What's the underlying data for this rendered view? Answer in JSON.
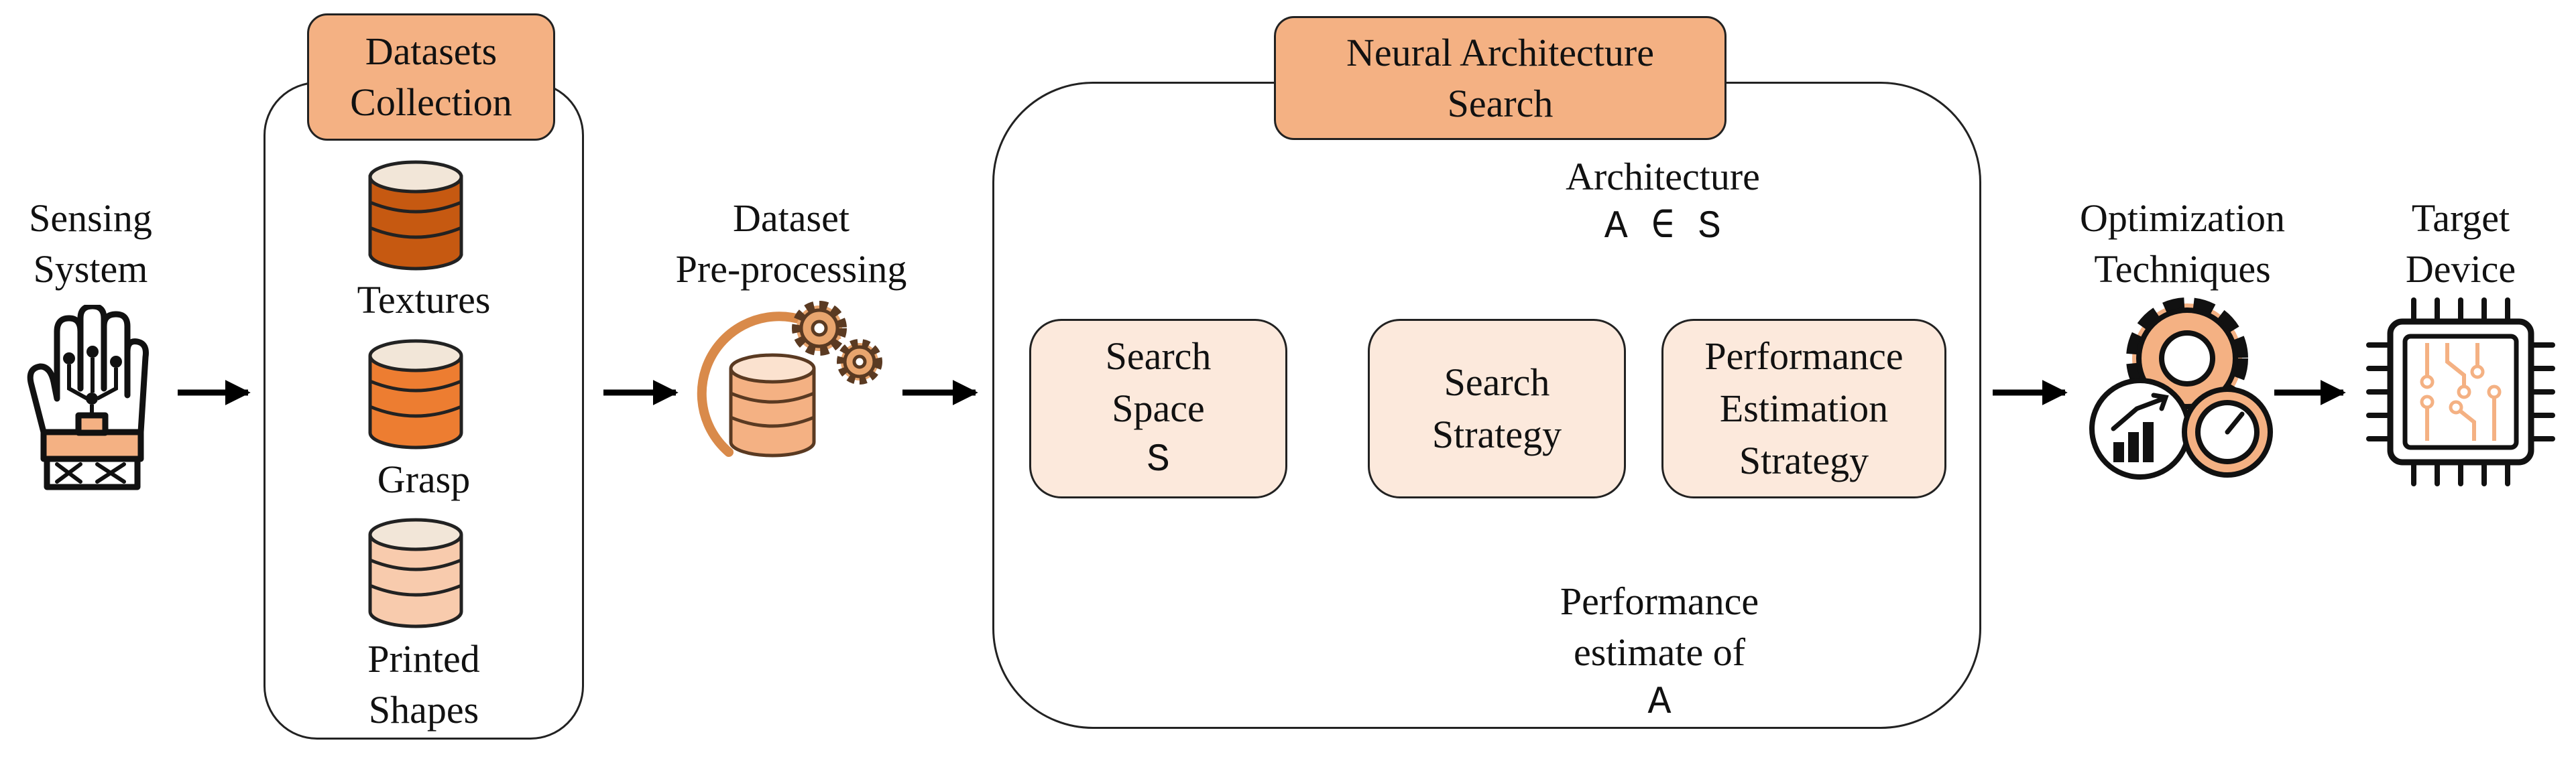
{
  "sensing": {
    "line1": "Sensing",
    "line2": "System",
    "icon": "glove-icon"
  },
  "datasets": {
    "title_line1": "Datasets",
    "title_line2": "Collection",
    "items": [
      {
        "label": "Textures",
        "color": "#c65911"
      },
      {
        "label": "Grasp",
        "color": "#ed7d31"
      },
      {
        "label_line1": "Printed",
        "label_line2": "Shapes",
        "color": "#f4b183"
      }
    ]
  },
  "preprocessing": {
    "line1": "Dataset",
    "line2": "Pre-processing",
    "icon": "database-gears-icon"
  },
  "nas": {
    "title_line1": "Neural Architecture",
    "title_line2": "Search",
    "search_space": {
      "line1": "Search",
      "line2": "Space",
      "symbol": "S"
    },
    "search_strategy": {
      "line1": "Search",
      "line2": "Strategy"
    },
    "performance": {
      "line1": "Performance",
      "line2": "Estimation",
      "line3": "Strategy"
    },
    "architecture": {
      "label": "Architecture",
      "formula": "A ∈ S"
    },
    "estimate": {
      "line1": "Performance",
      "line2": "estimate of",
      "symbol": "A"
    }
  },
  "optimization": {
    "line1": "Optimization",
    "line2": "Techniques",
    "icon": "gear-gauge-chart-icon"
  },
  "target": {
    "line1": "Target",
    "line2": "Device",
    "icon": "chip-icon"
  },
  "colors": {
    "tag": "#f4b183",
    "node": "#fce9dc",
    "accent": "#ed7d31",
    "dark": "#c65911"
  }
}
